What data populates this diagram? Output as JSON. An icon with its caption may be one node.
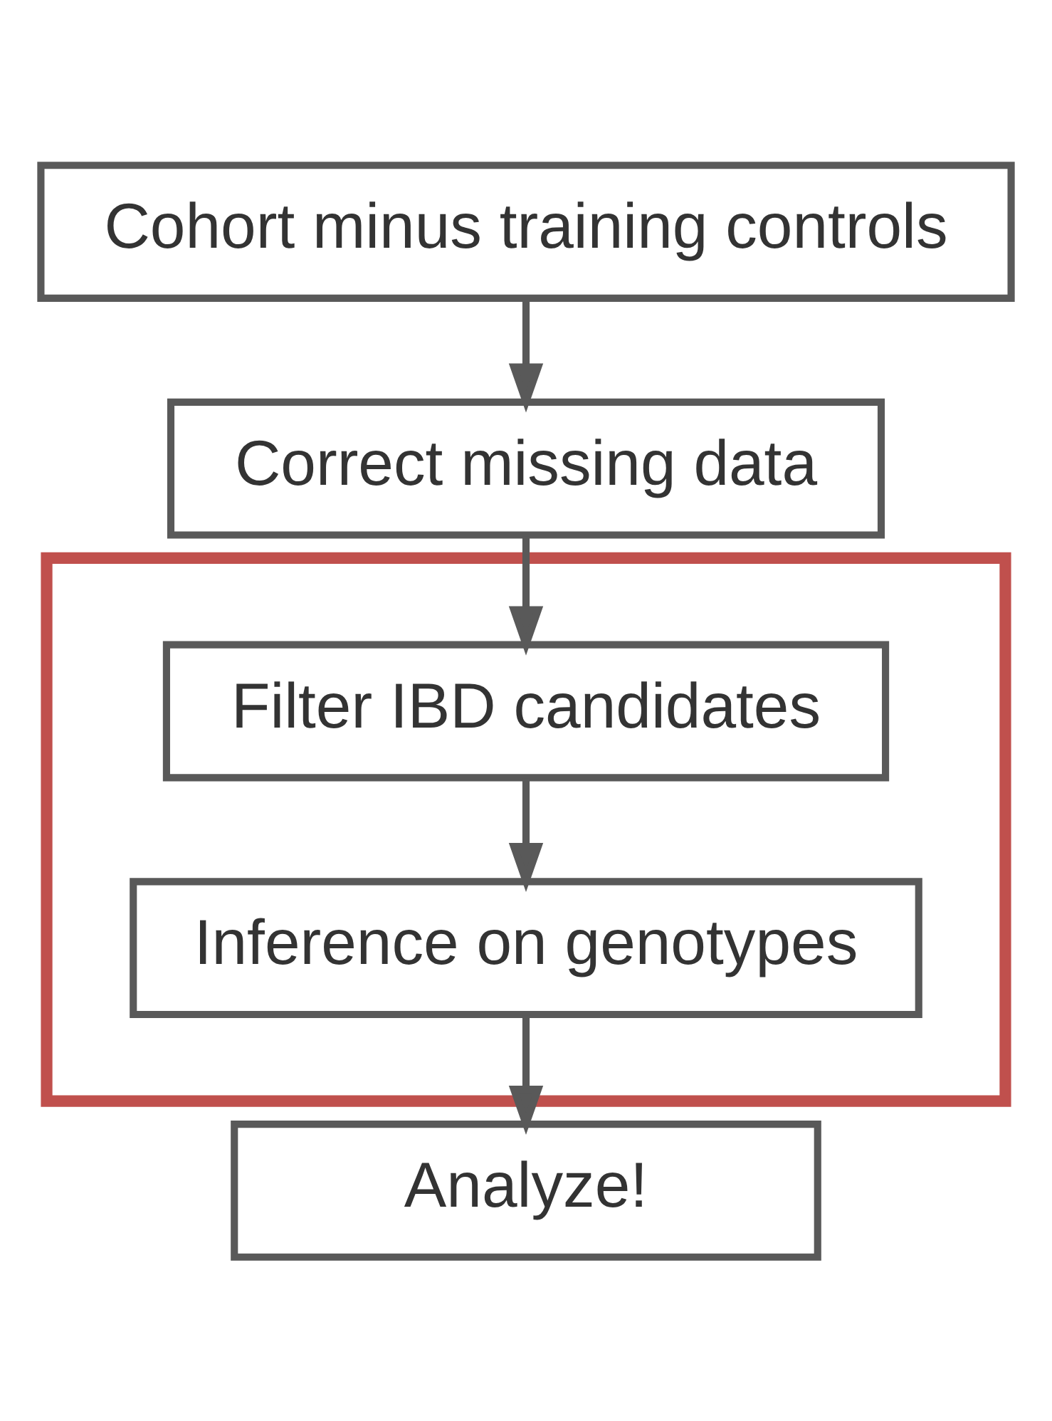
{
  "diagram": {
    "nodes": [
      {
        "text": [
          "Cohort minus training controls"
        ]
      },
      {
        "text": [
          "Correct missing data"
        ]
      },
      {
        "text": [],
        "shape": "box"
      },
      {
        "text": [
          "Filter IBD candidates"
        ],
        "in": 2
      },
      {
        "text": [
          "Inference on genotypes"
        ],
        "in": 2
      },
      {
        "text": [
          "Analyze!"
        ]
      }
    ],
    "edges": [
      {
        "from": 0,
        "to": 1,
        "arrow": "to"
      },
      {
        "from": 1,
        "to": 3,
        "arrow": "to"
      },
      {
        "from": 3,
        "to": 4,
        "arrow": "to"
      },
      {
        "from": 4,
        "to": 5,
        "arrow": "to"
      }
    ]
  }
}
